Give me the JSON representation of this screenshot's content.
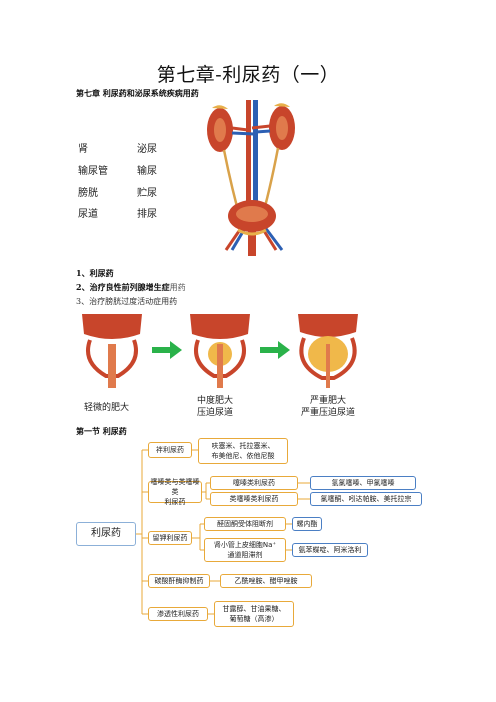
{
  "page_title": "第七章-利尿药（一）",
  "chapter_heading": "第七章   利尿药和泌尿系统疾病用药",
  "organ_labels": {
    "kidney": "肾",
    "kidney_fn": "泌尿",
    "ureter": "输尿管",
    "ureter_fn": "输尿",
    "bladder": "膀胱",
    "bladder_fn": "贮尿",
    "urethra": "尿道",
    "urethra_fn": "排尿"
  },
  "list": {
    "item1": "1、利尿药",
    "item2_bold": "2、治疗良性前列腺增生症",
    "item2_tail": "用药",
    "item3": "3、治疗膀胱过度活动症用药"
  },
  "stages": {
    "mild": "轻微的肥大",
    "moderate_1": "中度肥大",
    "moderate_2": "压迫尿道",
    "severe_1": "严重肥大",
    "severe_2": "严重压迫尿道"
  },
  "section_heading": "第一节    利尿药",
  "mindmap": {
    "root": "利尿药",
    "loop": "袢利尿药",
    "loop_drugs_1": "呋塞米、托拉塞米、",
    "loop_drugs_2": "布美他尼、依他尼酸",
    "thiazide_1": "噻嗪类与类噻嗪类",
    "thiazide_2": "利尿药",
    "thiazide_sub": "噻嗪类利尿药",
    "thiazide_sub_drugs": "氢氯噻嗪、甲氯噻嗪",
    "thiazide_like": "类噻嗪类利尿药",
    "thiazide_like_drugs": "氯噻酮、吲达帕胺、美托拉宗",
    "potassium": "留钾利尿药",
    "aldosterone": "醛固酮受体阻断剂",
    "aldosterone_drugs": "螺内酯",
    "enac_1": "肾小管上皮细胞Na⁺",
    "enac_2": "通道阻滞剂",
    "enac_drugs": "氨苯蝶啶、阿米洛利",
    "carbonic": "碳酸酐酶抑制药",
    "carbonic_drugs": "乙酰唑胺、醋甲唑胺",
    "osmotic": "渗透性利尿药",
    "osmotic_drugs_1": "甘露醇、甘油果糖、",
    "osmotic_drugs_2": "葡萄糖（高渗）"
  },
  "colors": {
    "orange_border": "#e8a93a",
    "blue_border": "#4b7fc4",
    "arrow_green": "#2ab24a",
    "organ_red": "#c8452b",
    "vessel_blue": "#2c5fb3"
  }
}
